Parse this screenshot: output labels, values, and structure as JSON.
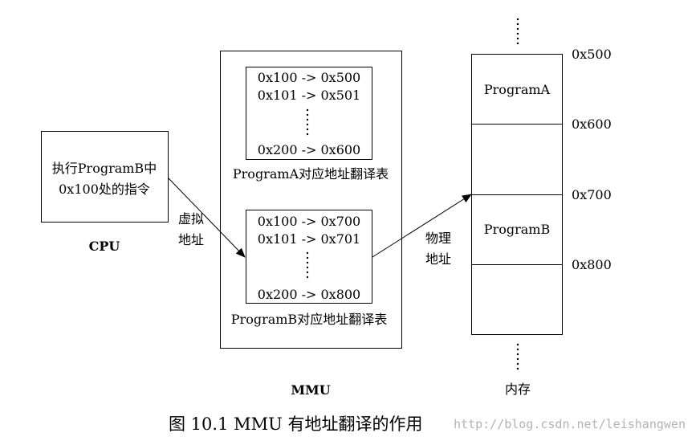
{
  "cpu": {
    "box_line1": "执行ProgramB中",
    "box_line2": "0x100处的指令",
    "label": "CPU"
  },
  "virtual_addr_label": {
    "line1": "虚拟",
    "line2": "地址"
  },
  "physical_addr_label": {
    "line1": "物理",
    "line2": "地址"
  },
  "mmu": {
    "label": "MMU",
    "table_a": {
      "rows": [
        "0x100 -> 0x500",
        "0x101 -> 0x501",
        "0x200 -> 0x600"
      ],
      "caption": "ProgramA对应地址翻译表"
    },
    "table_b": {
      "rows": [
        "0x100 -> 0x700",
        "0x101 -> 0x701",
        "0x200 -> 0x800"
      ],
      "caption": "ProgramB对应地址翻译表"
    }
  },
  "memory": {
    "label": "内存",
    "segments": [
      "ProgramA",
      "",
      "ProgramB",
      ""
    ],
    "addresses": [
      "0x500",
      "0x600",
      "0x700",
      "0x800"
    ]
  },
  "figure_caption": "图 10.1   MMU 有地址翻译的作用",
  "watermark": "http://blog.csdn.net/leishangwen"
}
